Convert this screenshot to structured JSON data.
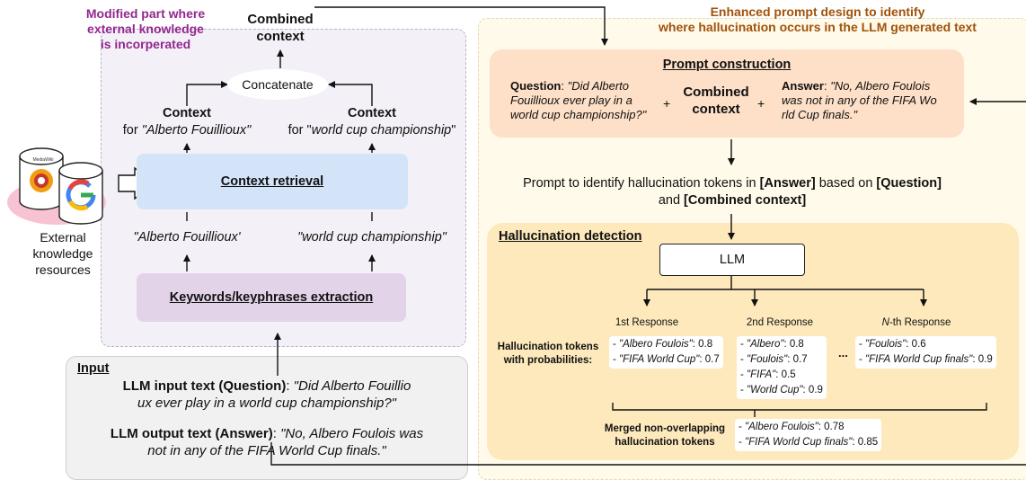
{
  "left_panel": {
    "title_lines": [
      "Modified part where",
      "external knowledge",
      "is incorperated"
    ]
  },
  "combined_context_top": [
    "Combined",
    "context"
  ],
  "concatenate": "Concatenate",
  "context_left": {
    "title": "Context",
    "prefix": "for ",
    "keyword": "\"Alberto Fouillioux\""
  },
  "context_right": {
    "title": "Context",
    "prefix": "for \"",
    "keyword": "world cup championship",
    "suffix": "\""
  },
  "context_retrieval": "Context retrieval",
  "keyword_left": "\"Alberto Fouillioux'",
  "keyword_right": "\"world cup championship\"",
  "keywords_extraction": "Keywords/keyphrases extraction",
  "external": {
    "label_lines": [
      "External",
      "knowledge",
      "resources"
    ],
    "mediawiki_label": "MediaWiki"
  },
  "input": {
    "title": "Input",
    "q_label": "LLM input text (Question)",
    "q_text_1": "\"Did Alberto Fouillio",
    "q_text_2": "ux ever play in a world cup championship?\"",
    "a_label": "LLM output text (Answer)",
    "a_text_1": "\"No, Albero Foulois was",
    "a_text_2": "not in any of the FIFA World Cup finals.\""
  },
  "right_panel": {
    "title_lines": [
      "Enhanced prompt design to identify",
      "where hallucination occurs in the LLM generated text"
    ]
  },
  "prompt": {
    "title": "Prompt construction",
    "question_label": "Question",
    "question_lines": [
      "\"Did Alberto",
      "Fouillioux ever play in a",
      "world cup championship?\""
    ],
    "plus": "+",
    "combined_lines": [
      "Combined",
      "context"
    ],
    "answer_label": "Answer",
    "answer_lines": [
      "\"No, Albero Foulois",
      "was not in any of the FIFA Wo",
      "rld Cup finals.\""
    ]
  },
  "prompt_caption": {
    "t1": "Prompt to identify hallucination tokens in ",
    "b1": "[Answer]",
    "t2": " based on ",
    "b2": "[Question]",
    "t3": "and ",
    "b3": "[Combined context]"
  },
  "detection": {
    "title": "Hallucination detection",
    "llm": "LLM",
    "resp1": "1st Response",
    "resp2": "2nd Response",
    "respN_italic": "N",
    "respN_rest": "-th Response",
    "tokens_label_lines": [
      "Hallucination tokens",
      "with probabilities:"
    ],
    "ellipsis": "...",
    "r1": [
      {
        "token": "\"Albero Foulois\"",
        "prob": ": 0.8"
      },
      {
        "token": "\"FIFA World Cup\"",
        "prob": ": 0.7"
      }
    ],
    "r2": [
      {
        "token": "\"Albero\"",
        "prob": ": 0.8"
      },
      {
        "token": "\"Foulois\"",
        "prob": ": 0.7"
      },
      {
        "token": "\"FIFA\"",
        "prob": ": 0.5"
      },
      {
        "token": "\"World Cup\"",
        "prob": ": 0.9"
      }
    ],
    "rN": [
      {
        "token": "\"Foulois\"",
        "prob": ": 0.6"
      },
      {
        "token": "\"FIFA World Cup finals\"",
        "prob": ": 0.9"
      }
    ],
    "merged_label_lines": [
      "Merged non-overlapping",
      "hallucination tokens"
    ],
    "merged": [
      {
        "token": "\"Albero Foulois\"",
        "prob": ": 0.78"
      },
      {
        "token": "\"FIFA World Cup finals\"",
        "prob": ": 0.85"
      }
    ]
  },
  "colors": {
    "left_title": "#93278f",
    "right_title": "#a0520a",
    "prompt_box": "#fde0c7",
    "detect_box": "#fde9bc",
    "retrieval_box": "#d3e4f8",
    "keywords_box": "#e2d3e9"
  }
}
